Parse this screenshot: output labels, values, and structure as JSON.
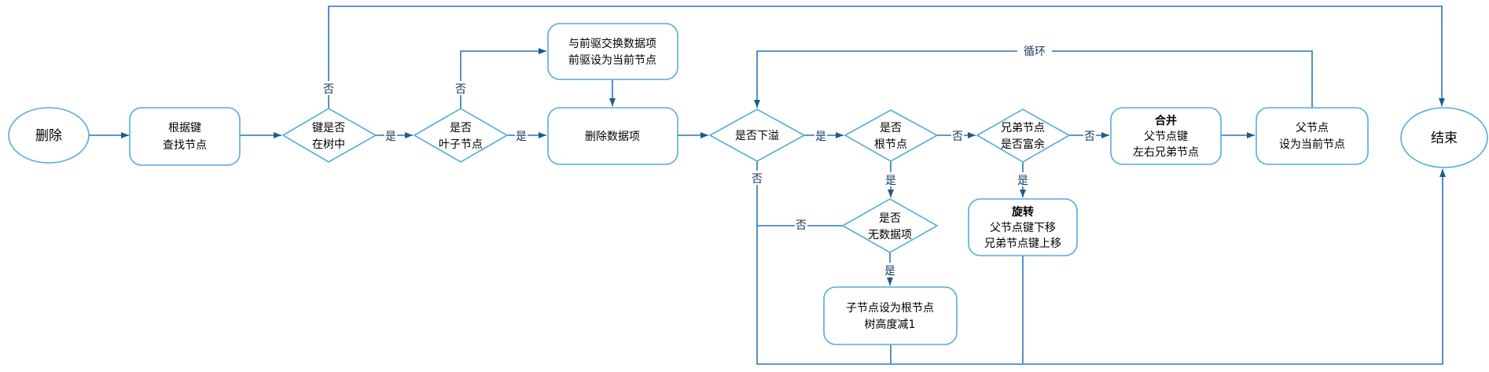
{
  "flowchart": {
    "nodes": {
      "start": {
        "label": "删除"
      },
      "find_node": {
        "line1": "根据键",
        "line2": "查找节点"
      },
      "key_in_tree": {
        "line1": "键是否",
        "line2": "在树中"
      },
      "is_leaf": {
        "line1": "是否",
        "line2": "叶子节点"
      },
      "swap_predecessor": {
        "line1": "与前驱交换数据项",
        "line2": "前驱设为当前节点"
      },
      "delete_item": {
        "label": "删除数据项"
      },
      "underflow": {
        "label": "是否下溢"
      },
      "is_root": {
        "line1": "是否",
        "line2": "根节点"
      },
      "sibling_rich": {
        "line1": "兄弟节点",
        "line2": "是否富余"
      },
      "merge": {
        "title": "合并",
        "line1": "父节点键",
        "line2": "左右兄弟节点"
      },
      "parent_current": {
        "line1": "父节点",
        "line2": "设为当前节点"
      },
      "no_data_item": {
        "line1": "是否",
        "line2": "无数据项"
      },
      "rotate": {
        "title": "旋转",
        "line1": "父节点键下移",
        "line2": "兄弟节点键上移"
      },
      "child_as_root": {
        "line1": "子节点设为根节点",
        "line2": "树高度减1"
      },
      "end": {
        "label": "结束"
      }
    },
    "edge_labels": {
      "yes": "是",
      "no": "否",
      "loop": "循环"
    },
    "colors": {
      "shape_stroke": "#56ABD9",
      "connector": "#2E75B6",
      "arrowhead": "#1D5C87",
      "edge_label_text": "#17375E",
      "node_text": "#000000",
      "background": "#FFFFFF"
    }
  }
}
